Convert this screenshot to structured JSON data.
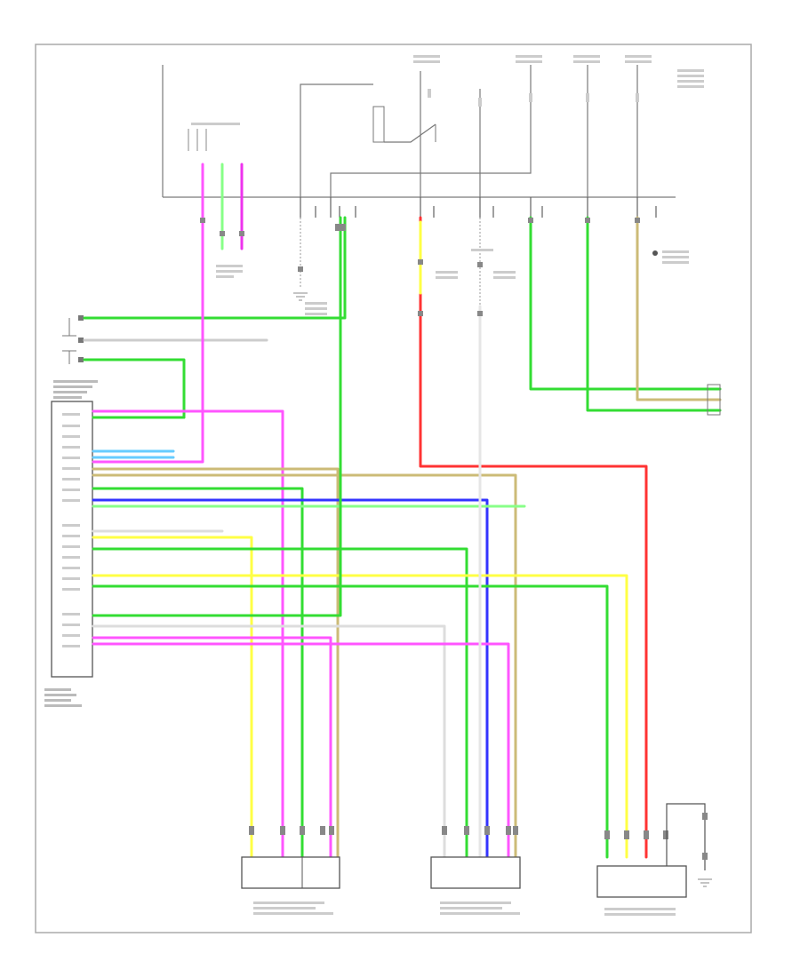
{
  "figure_code": "",
  "colors": {
    "border": "#aaaaaa",
    "power": "#555555",
    "green": "#33dd33",
    "light_green": "#88ff88",
    "pink": "#ff55ff",
    "magenta": "#ee33ee",
    "yellow": "#ffff44",
    "blue": "#3333ff",
    "red": "#ff3333",
    "tan": "#ccbb77",
    "light_blue": "#66ccff",
    "gray": "#bbbbbb"
  },
  "components": [
    {
      "id": "main-ecu",
      "shape": "ecu-box"
    },
    {
      "id": "left-front-sensor",
      "shape": "sensor-box"
    },
    {
      "id": "center-sensor",
      "shape": "sensor-box"
    },
    {
      "id": "rear-module",
      "shape": "module-box"
    },
    {
      "id": "relay-switch",
      "shape": "relay"
    }
  ]
}
